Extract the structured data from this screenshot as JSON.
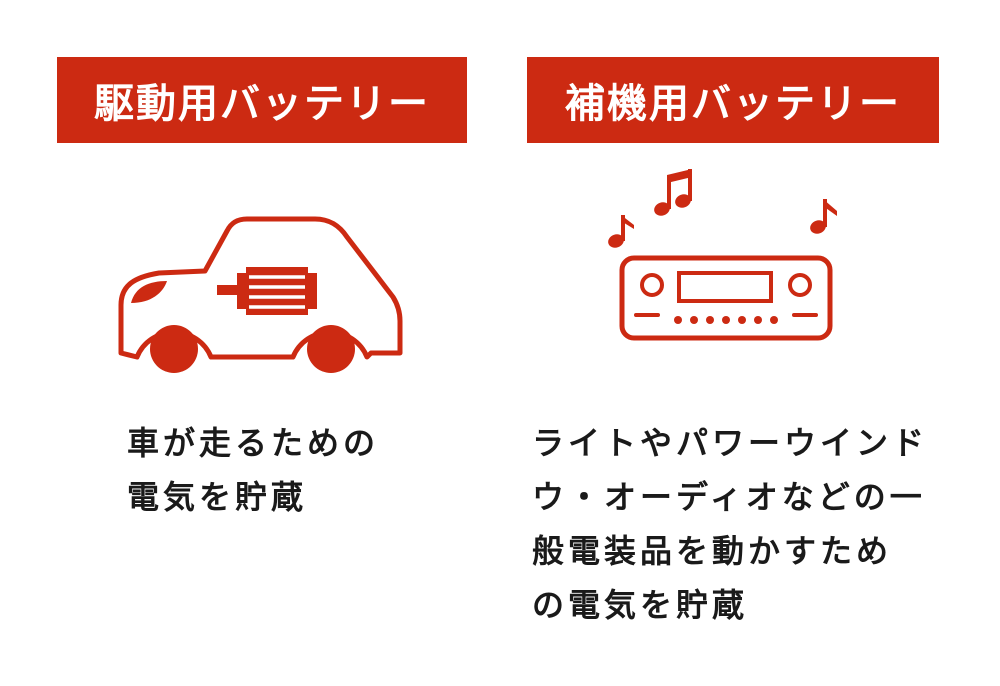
{
  "colors": {
    "accent": "#cc2a12",
    "text": "#1a1a1a",
    "background": "#ffffff"
  },
  "panels": [
    {
      "title": "駆動用バッテリー",
      "icon": "car-with-motor-icon",
      "description_lines": [
        "車が走るための",
        "電気を貯蔵"
      ]
    },
    {
      "title": "補機用バッテリー",
      "icon": "car-audio-with-music-notes-icon",
      "description_lines": [
        "ライトやパワーウインド",
        "ウ・オーディオなどの一",
        "般電装品を動かすため",
        "の電気を貯蔵"
      ]
    }
  ]
}
